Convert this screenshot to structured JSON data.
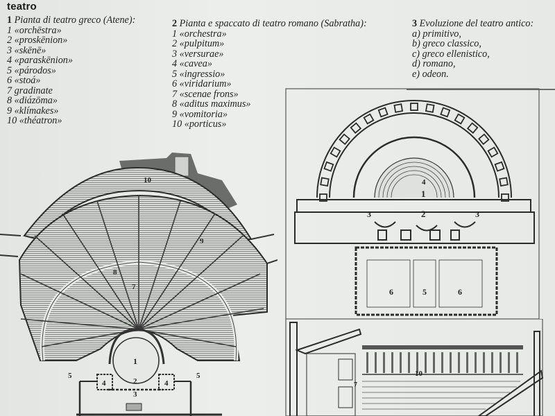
{
  "heading": "teatro",
  "figures": [
    {
      "number": "1",
      "title": "Pianta di teatro greco (Atene):",
      "items": [
        "1 «orchēstra»",
        "2 «proskēnion»",
        "3 «skēnē»",
        "4 «paraskēnion»",
        "5 «párodos»",
        "6 «stoá»",
        "7 gradinate",
        "8 «diázōma»",
        "9 «klímakes»",
        "10 «théatron»"
      ],
      "plan_labels": [
        "10",
        "9",
        "8",
        "7",
        "1",
        "2",
        "3",
        "4",
        "4",
        "5",
        "5"
      ]
    },
    {
      "number": "2",
      "title": "Pianta e spaccato di teatro romano (Sabratha):",
      "items": [
        "1 «orchestra»",
        "2 «pulpitum»",
        "3 «versurae»",
        "4 «cavea»",
        "5 «ingressio»",
        "6 «viridarium»",
        "7 «scenae frons»",
        "8 «aditus maximus»",
        "9 «vomitoria»",
        "10 «porticus»"
      ],
      "plan_labels": [
        "4",
        "1",
        "2",
        "3",
        "3",
        "6",
        "5",
        "6"
      ],
      "section_labels": [
        "10",
        "7"
      ]
    },
    {
      "number": "3",
      "title": "Evoluzione del teatro antico:",
      "items": [
        "a) primitivo,",
        "b) greco classico,",
        "c) greco ellenistico,",
        "d) romano,",
        "e) odeon."
      ]
    }
  ]
}
